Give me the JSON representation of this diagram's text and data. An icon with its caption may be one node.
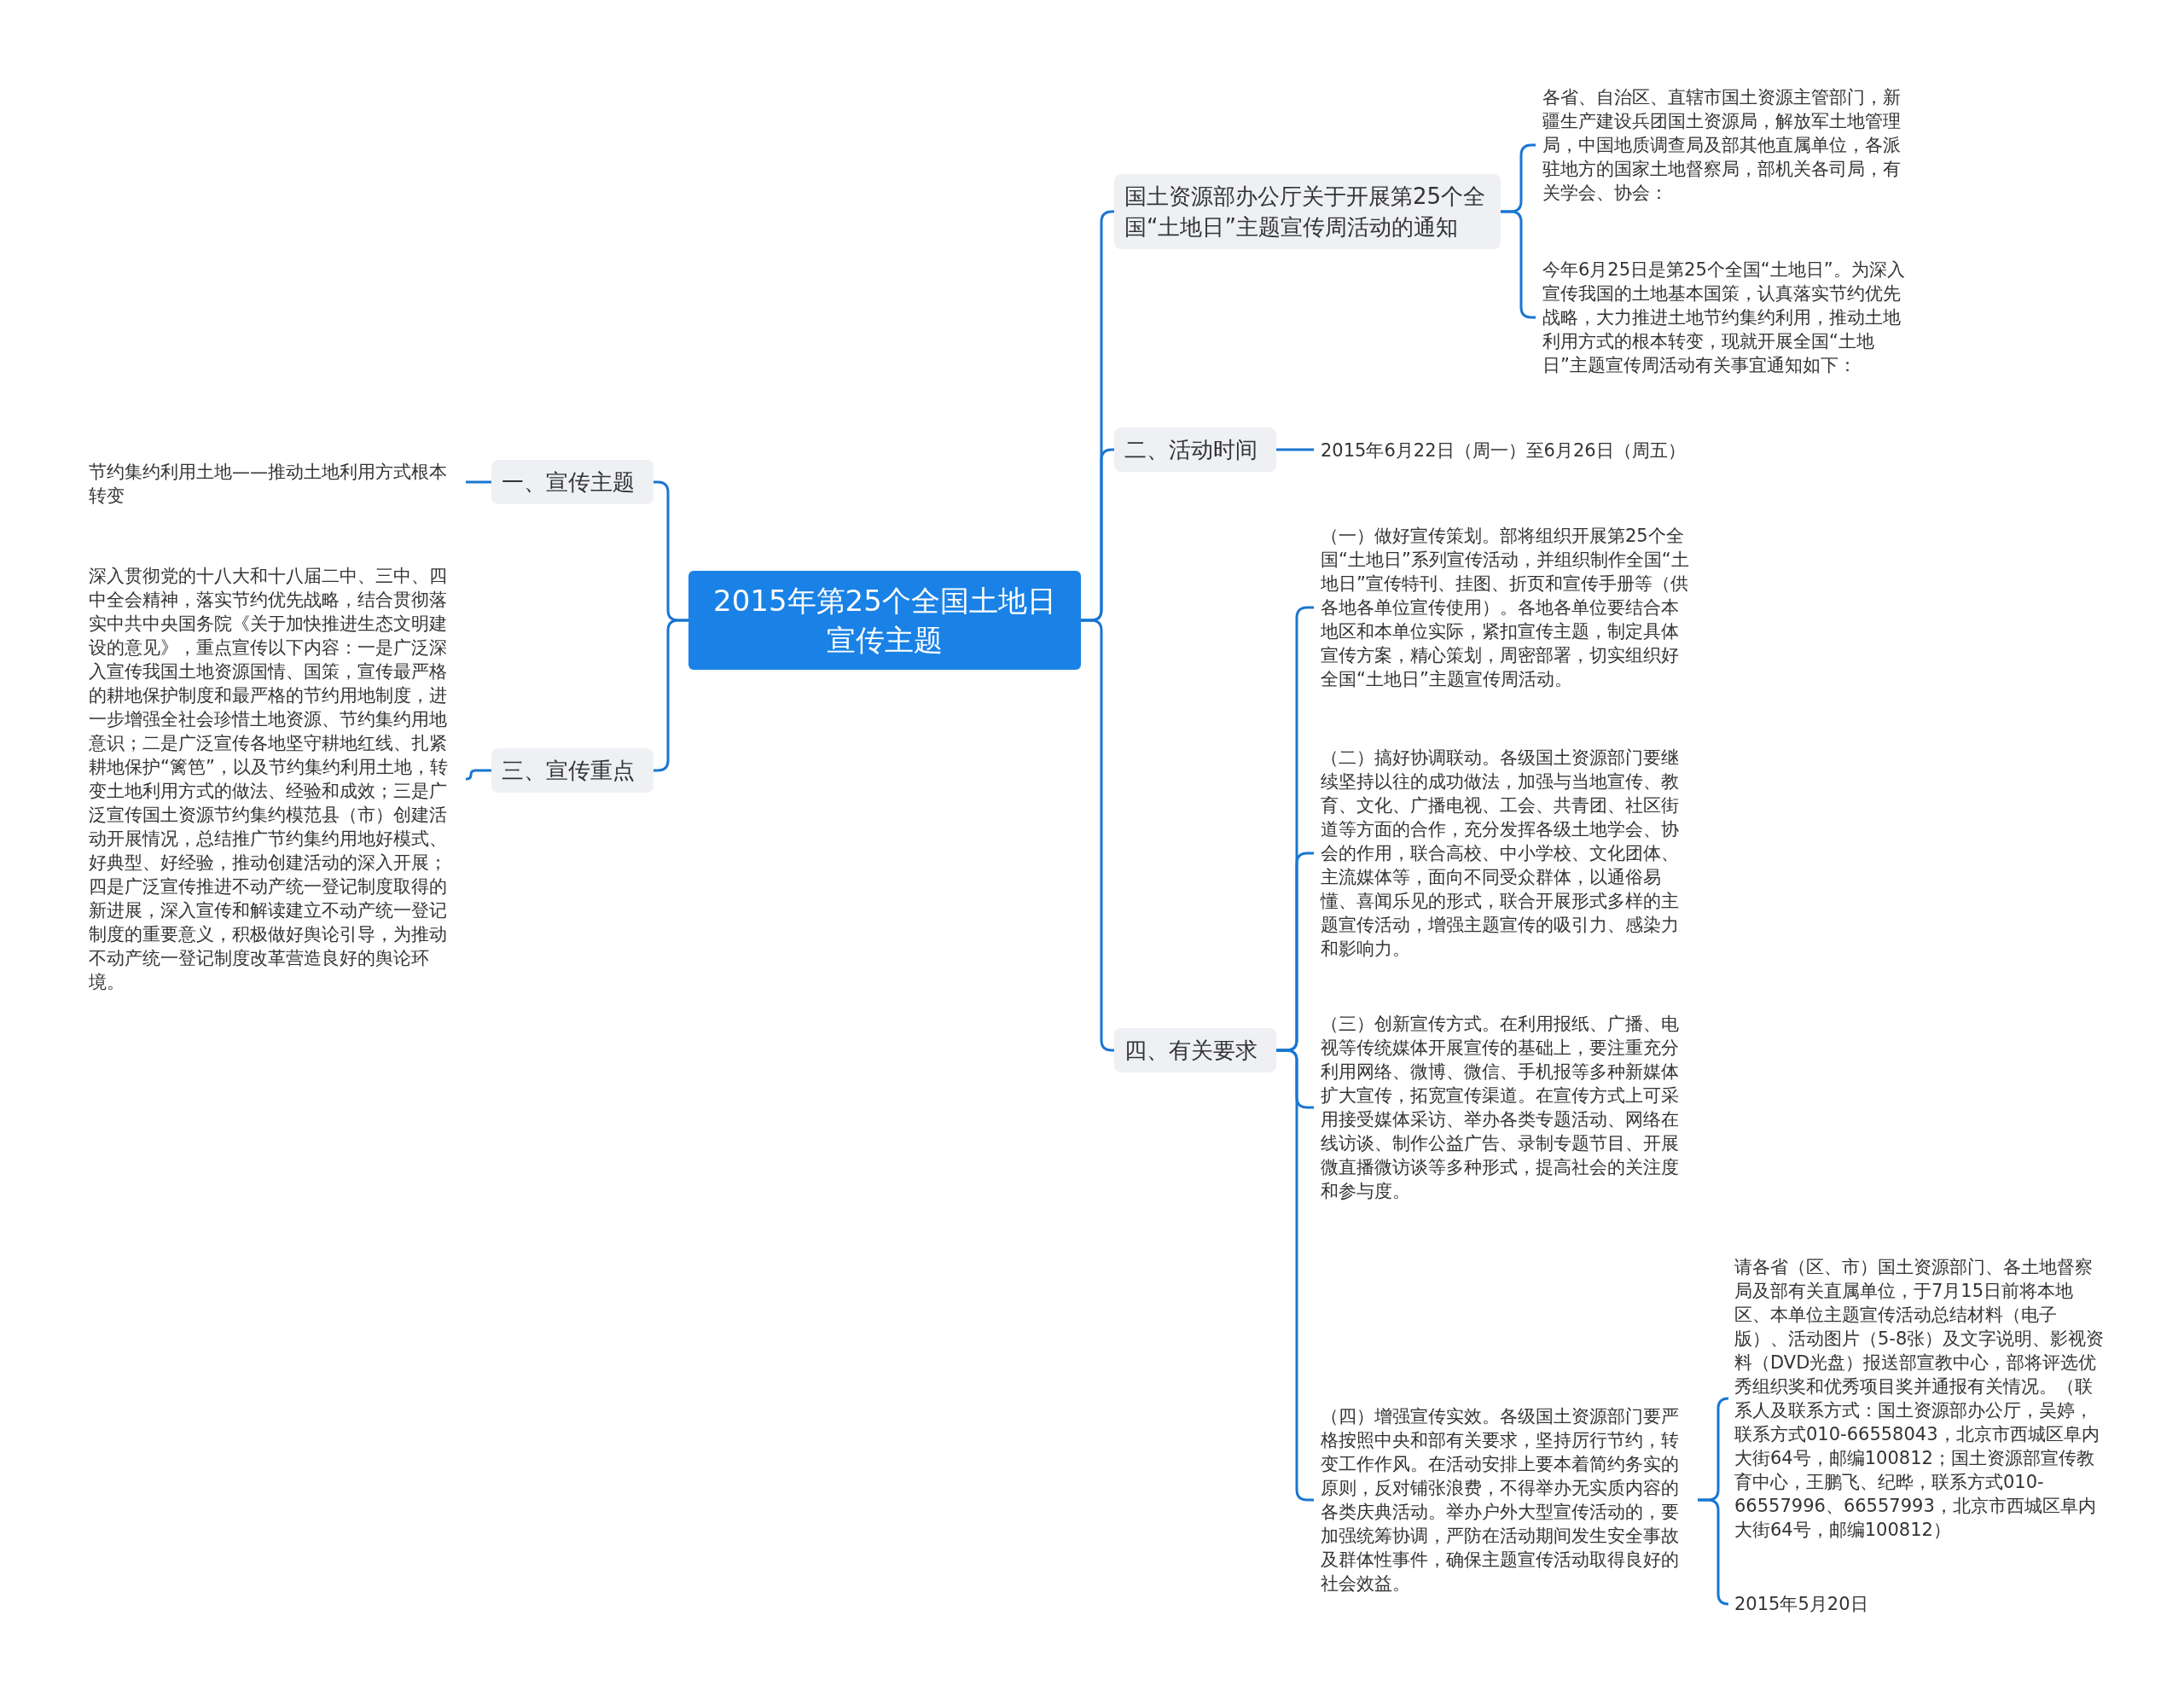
{
  "diagram": {
    "nodes": [
      {
        "text": [
          "2015年第25个全国土地日宣传主题"
        ]
      },
      {
        "text": [
          "一、宣传主题"
        ]
      },
      {
        "text": [
          "节约集约利用土地——推动土地利用方式根本转变"
        ]
      },
      {
        "text": [
          "三、宣传重点"
        ]
      },
      {
        "text": [
          "深入贯彻党的十八大和十八届二中、三中、四中全会精神，落实节约优先战略，结合贯彻落实中共中央国务院《关于加快推进生态文明建设的意见》，重点宣传以下内容：一是广泛深入宣传我国土地资源国情、国策，宣传最严格的耕地保护制度和最严格的节约用地制度，进一步增强全社会珍惜土地资源、节约集约用地意识；二是广泛宣传各地坚守耕地红线、扎紧耕地保护“篱笆”，以及节约集约利用土地，转变土地利用方式的做法、经验和成效；三是广泛宣传国土资源节约集约模范县（市）创建活动开展情况，总结推广节约集约用地好模式、好典型、好经验，推动创建活动的深入开展；四是广泛宣传推进不动产统一登记制度取得的新进展，深入宣传和解读建立不动产统一登记制度的重要意义，积极做好舆论引导，为推动不动产统一登记制度改革营造良好的舆论环境。"
        ]
      },
      {
        "text": [
          "国土资源部办公厅关于开展第25个全国“土地日”主题宣传周活动的通知"
        ]
      },
      {
        "text": [
          "各省、自治区、直辖市国土资源主管部门，新疆生产建设兵团国土资源局，解放军土地管理局，中国地质调查局及部其他直属单位，各派驻地方的国家土地督察局，部机关各司局，有关学会、协会："
        ]
      },
      {
        "text": [
          "今年6月25日是第25个全国“土地日”。为深入宣传我国的土地基本国策，认真落实节约优先战略，大力推进土地节约集约利用，推动土地利用方式的根本转变，现就开展全国“土地日”主题宣传周活动有关事宜通知如下："
        ]
      },
      {
        "text": [
          "二、活动时间"
        ]
      },
      {
        "text": [
          "2015年6月22日（周一）至6月26日（周五）"
        ]
      },
      {
        "text": [
          "四、有关要求"
        ]
      },
      {
        "text": [
          "（一）做好宣传策划。部将组织开展第25个全国“土地日”系列宣传活动，并组织制作全国“土地日”宣传特刊、挂图、折页和宣传手册等（供各地各单位宣传使用）。各地各单位要结合本地区和本单位实际，紧扣宣传主题，制定具体宣传方案，精心策划，周密部署，切实组织好全国“土地日”主题宣传周活动。"
        ]
      },
      {
        "text": [
          "（二）搞好协调联动。各级国土资源部门要继续坚持以往的成功做法，加强与当地宣传、教育、文化、广播电视、工会、共青团、社区街道等方面的合作，充分发挥各级土地学会、协会的作用，联合高校、中小学校、文化团体、主流媒体等，面向不同受众群体，以通俗易懂、喜闻乐见的形式，联合开展形式多样的主题宣传活动，增强主题宣传的吸引力、感染力和影响力。"
        ]
      },
      {
        "text": [
          "（三）创新宣传方式。在利用报纸、广播、电视等传统媒体开展宣传的基础上，要注重充分利用网络、微博、微信、手机报等多种新媒体扩大宣传，拓宽宣传渠道。在宣传方式上可采用接受媒体采访、举办各类专题活动、网络在线访谈、制作公益广告、录制专题节目、开展微直播微访谈等多种形式，提高社会的关注度和参与度。"
        ]
      },
      {
        "text": [
          "（四）增强宣传实效。各级国土资源部门要严格按照中央和部有关要求，坚持厉行节约，转变工作作风。在活动安排上要本着简约务实的原则，反对铺张浪费，不得举办无实质内容的各类庆典活动。举办户外大型宣传活动的，要加强统筹协调，严防在活动期间发生安全事故及群体性事件，确保主题宣传活动取得良好的社会效益。"
        ]
      },
      {
        "text": [
          "请各省（区、市）国土资源部门、各土地督察局及部有关直属单位，于7月15日前将本地区、本单位主题宣传活动总结材料（电子版）、活动图片（5-8张）及文字说明、影视资料（DVD光盘）报送部宣教中心，部将评选优秀组织奖和优秀项目奖并通报有关情况。（联系人及联系方式：国土资源部办公厅，吴婷，联系方式010-66558043，北京市西城区阜内大街64号，邮编100812；国土资源部宣传教育中心，王鹏飞、纪晔，联系方式010-66557996、66557993，北京市西城区阜内大街64号，邮编100812）"
        ]
      },
      {
        "text": [
          "2015年5月20日"
        ]
      }
    ],
    "edges": [
      {
        "from": 0,
        "to": 1,
        "arrow": "none"
      },
      {
        "from": 1,
        "to": 2,
        "arrow": "none"
      },
      {
        "from": 0,
        "to": 3,
        "arrow": "none"
      },
      {
        "from": 3,
        "to": 4,
        "arrow": "none"
      },
      {
        "from": 0,
        "to": 5,
        "arrow": "none"
      },
      {
        "from": 5,
        "to": 6,
        "arrow": "none"
      },
      {
        "from": 5,
        "to": 7,
        "arrow": "none"
      },
      {
        "from": 0,
        "to": 8,
        "arrow": "none"
      },
      {
        "from": 8,
        "to": 9,
        "arrow": "none"
      },
      {
        "from": 0,
        "to": 10,
        "arrow": "none"
      },
      {
        "from": 10,
        "to": 11,
        "arrow": "none"
      },
      {
        "from": 10,
        "to": 12,
        "arrow": "none"
      },
      {
        "from": 10,
        "to": 13,
        "arrow": "none"
      },
      {
        "from": 10,
        "to": 14,
        "arrow": "none"
      },
      {
        "from": 14,
        "to": 15,
        "arrow": "none"
      },
      {
        "from": 14,
        "to": 16,
        "arrow": "none"
      }
    ]
  }
}
